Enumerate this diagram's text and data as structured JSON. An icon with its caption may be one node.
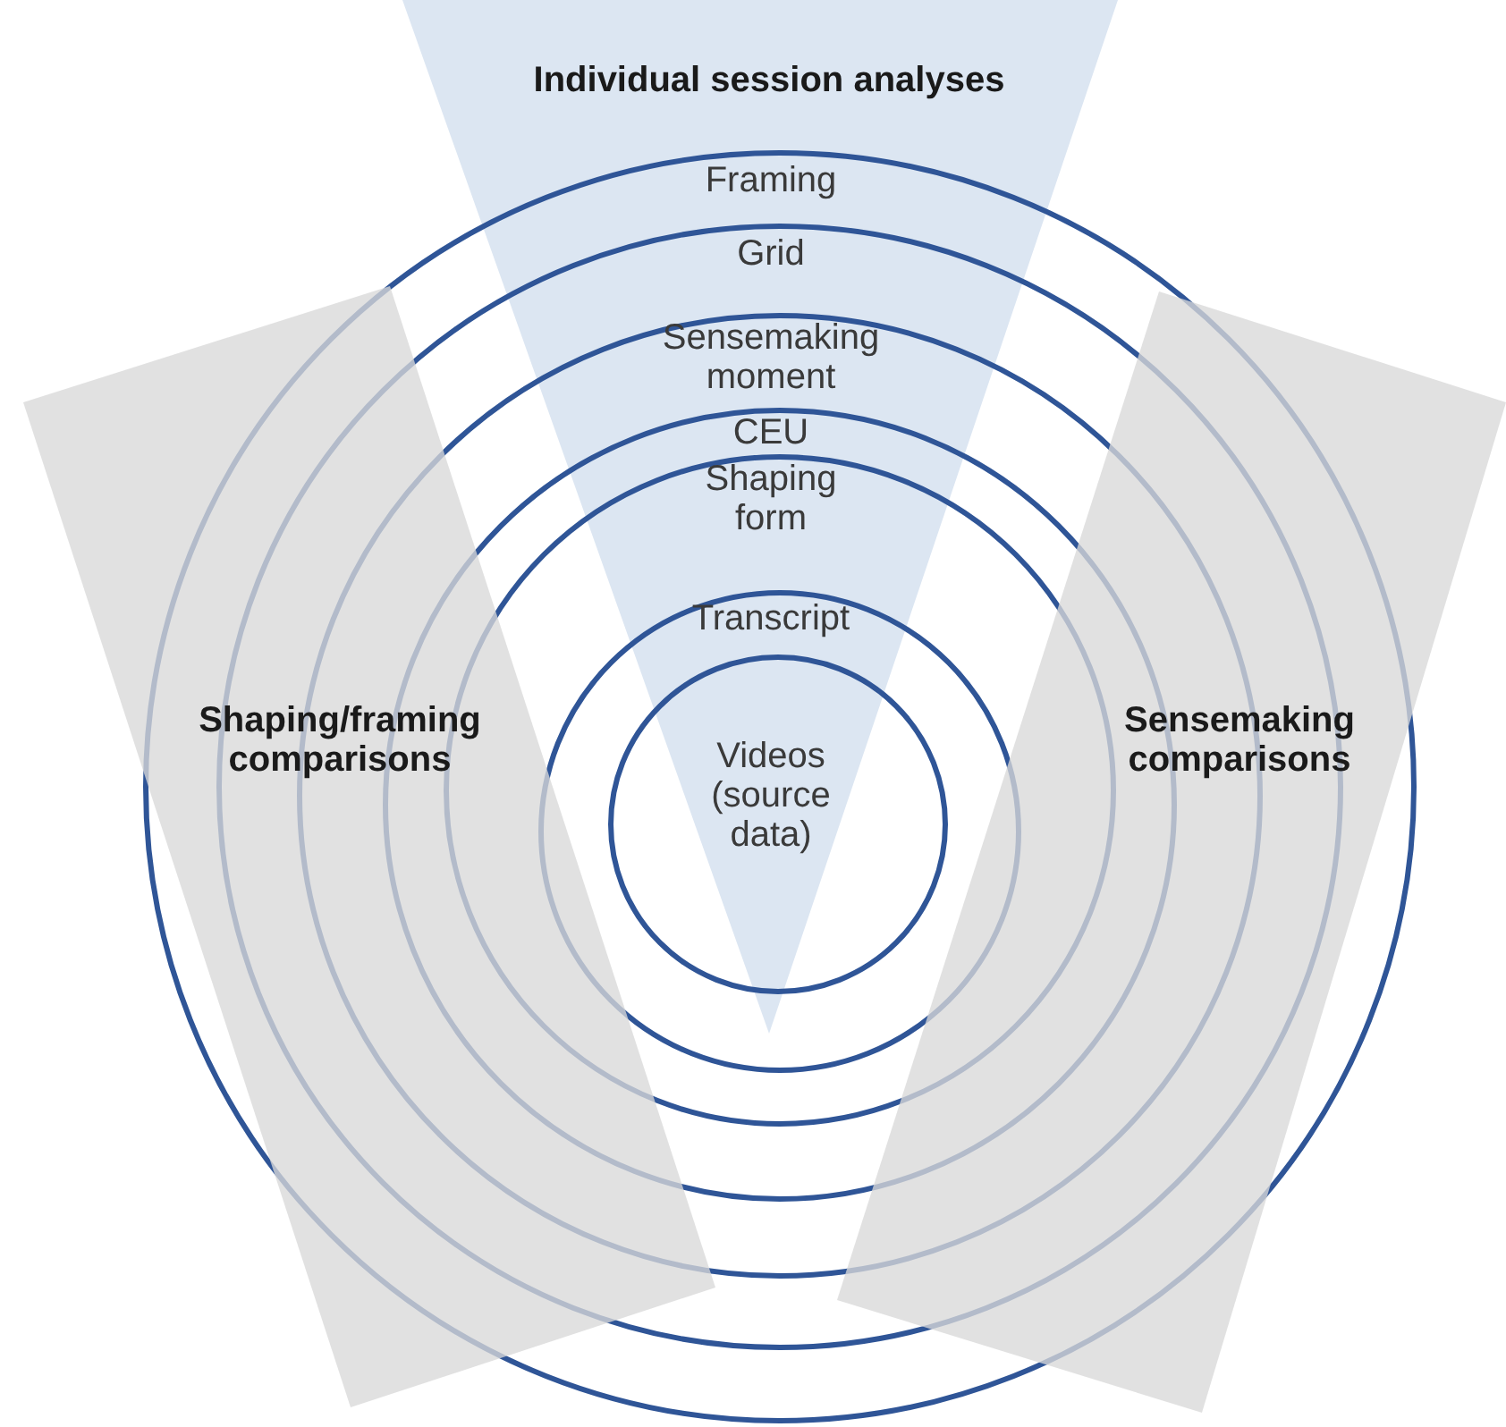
{
  "diagram": {
    "nodes": [
      {
        "text": [
          "Individual session analyses"
        ]
      },
      {
        "text": [
          "Framing"
        ]
      },
      {
        "text": [
          "Grid"
        ],
        "in": 1
      },
      {
        "text": [
          "Sensemaking moment"
        ],
        "in": 2
      },
      {
        "text": [
          "CEU"
        ],
        "in": 3
      },
      {
        "text": [
          "Shaping form"
        ],
        "in": 4
      },
      {
        "text": [
          "Transcript"
        ],
        "in": 5
      },
      {
        "text": [
          "Videos (source data)"
        ],
        "in": 6
      },
      {
        "text": [
          "Shaping/framing comparisons"
        ]
      },
      {
        "text": [
          "Sensemaking comparisons"
        ]
      }
    ]
  }
}
